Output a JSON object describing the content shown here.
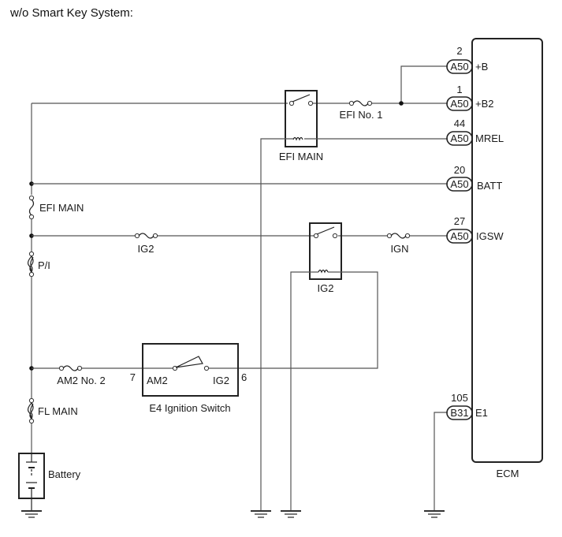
{
  "title": "w/o Smart Key System:",
  "ecm": {
    "label": "ECM",
    "pins": [
      {
        "number": "2",
        "connector": "A50",
        "signal": "+B"
      },
      {
        "number": "1",
        "connector": "A50",
        "signal": "+B2"
      },
      {
        "number": "44",
        "connector": "A50",
        "signal": "MREL"
      },
      {
        "number": "20",
        "connector": "A50",
        "signal": "BATT"
      },
      {
        "number": "27",
        "connector": "A50",
        "signal": "IGSW"
      },
      {
        "number": "105",
        "connector": "B31",
        "signal": "E1"
      }
    ]
  },
  "relays": {
    "efi_main": "EFI MAIN",
    "ig2": "IG2"
  },
  "fuses": {
    "efi_no1": "EFI No. 1",
    "efi_main": "EFI MAIN",
    "ig2": "IG2",
    "ign": "IGN",
    "pi": "P/I",
    "am2_no2": "AM2 No. 2",
    "fl_main": "FL MAIN"
  },
  "ignition_switch": {
    "label": "E4 Ignition Switch",
    "terminal_left": "AM2",
    "terminal_right": "IG2",
    "pin_left": "7",
    "pin_right": "6"
  },
  "battery": {
    "label": "Battery"
  }
}
